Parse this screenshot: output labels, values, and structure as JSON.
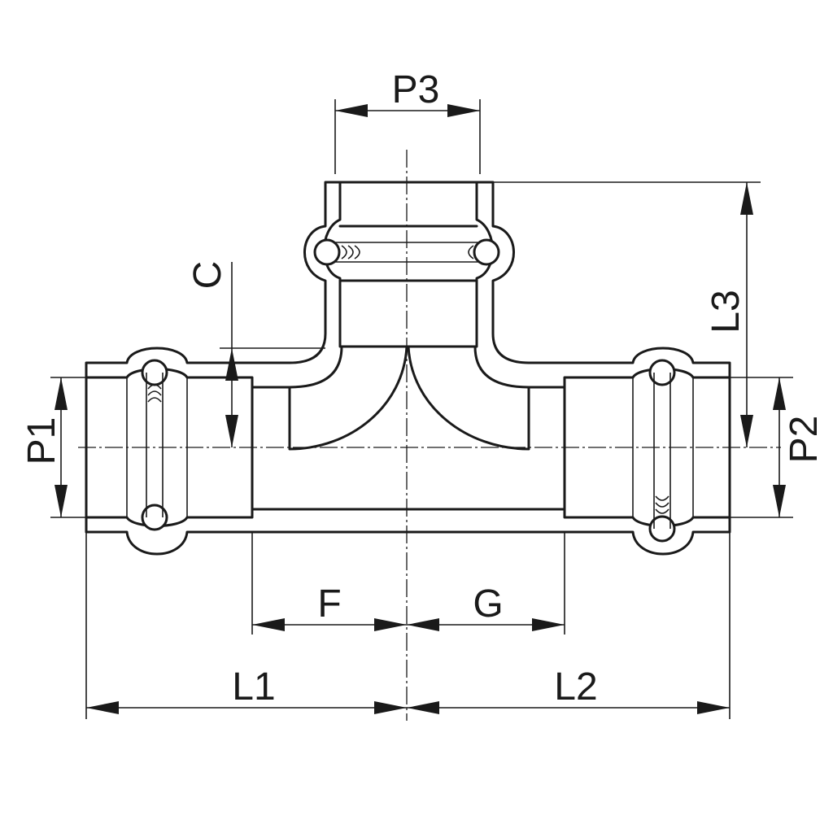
{
  "labels": {
    "p1": "P1",
    "p2": "P2",
    "p3": "P3",
    "c": "C",
    "l1": "L1",
    "l2": "L2",
    "l3": "L3",
    "f": "F",
    "g": "G"
  }
}
